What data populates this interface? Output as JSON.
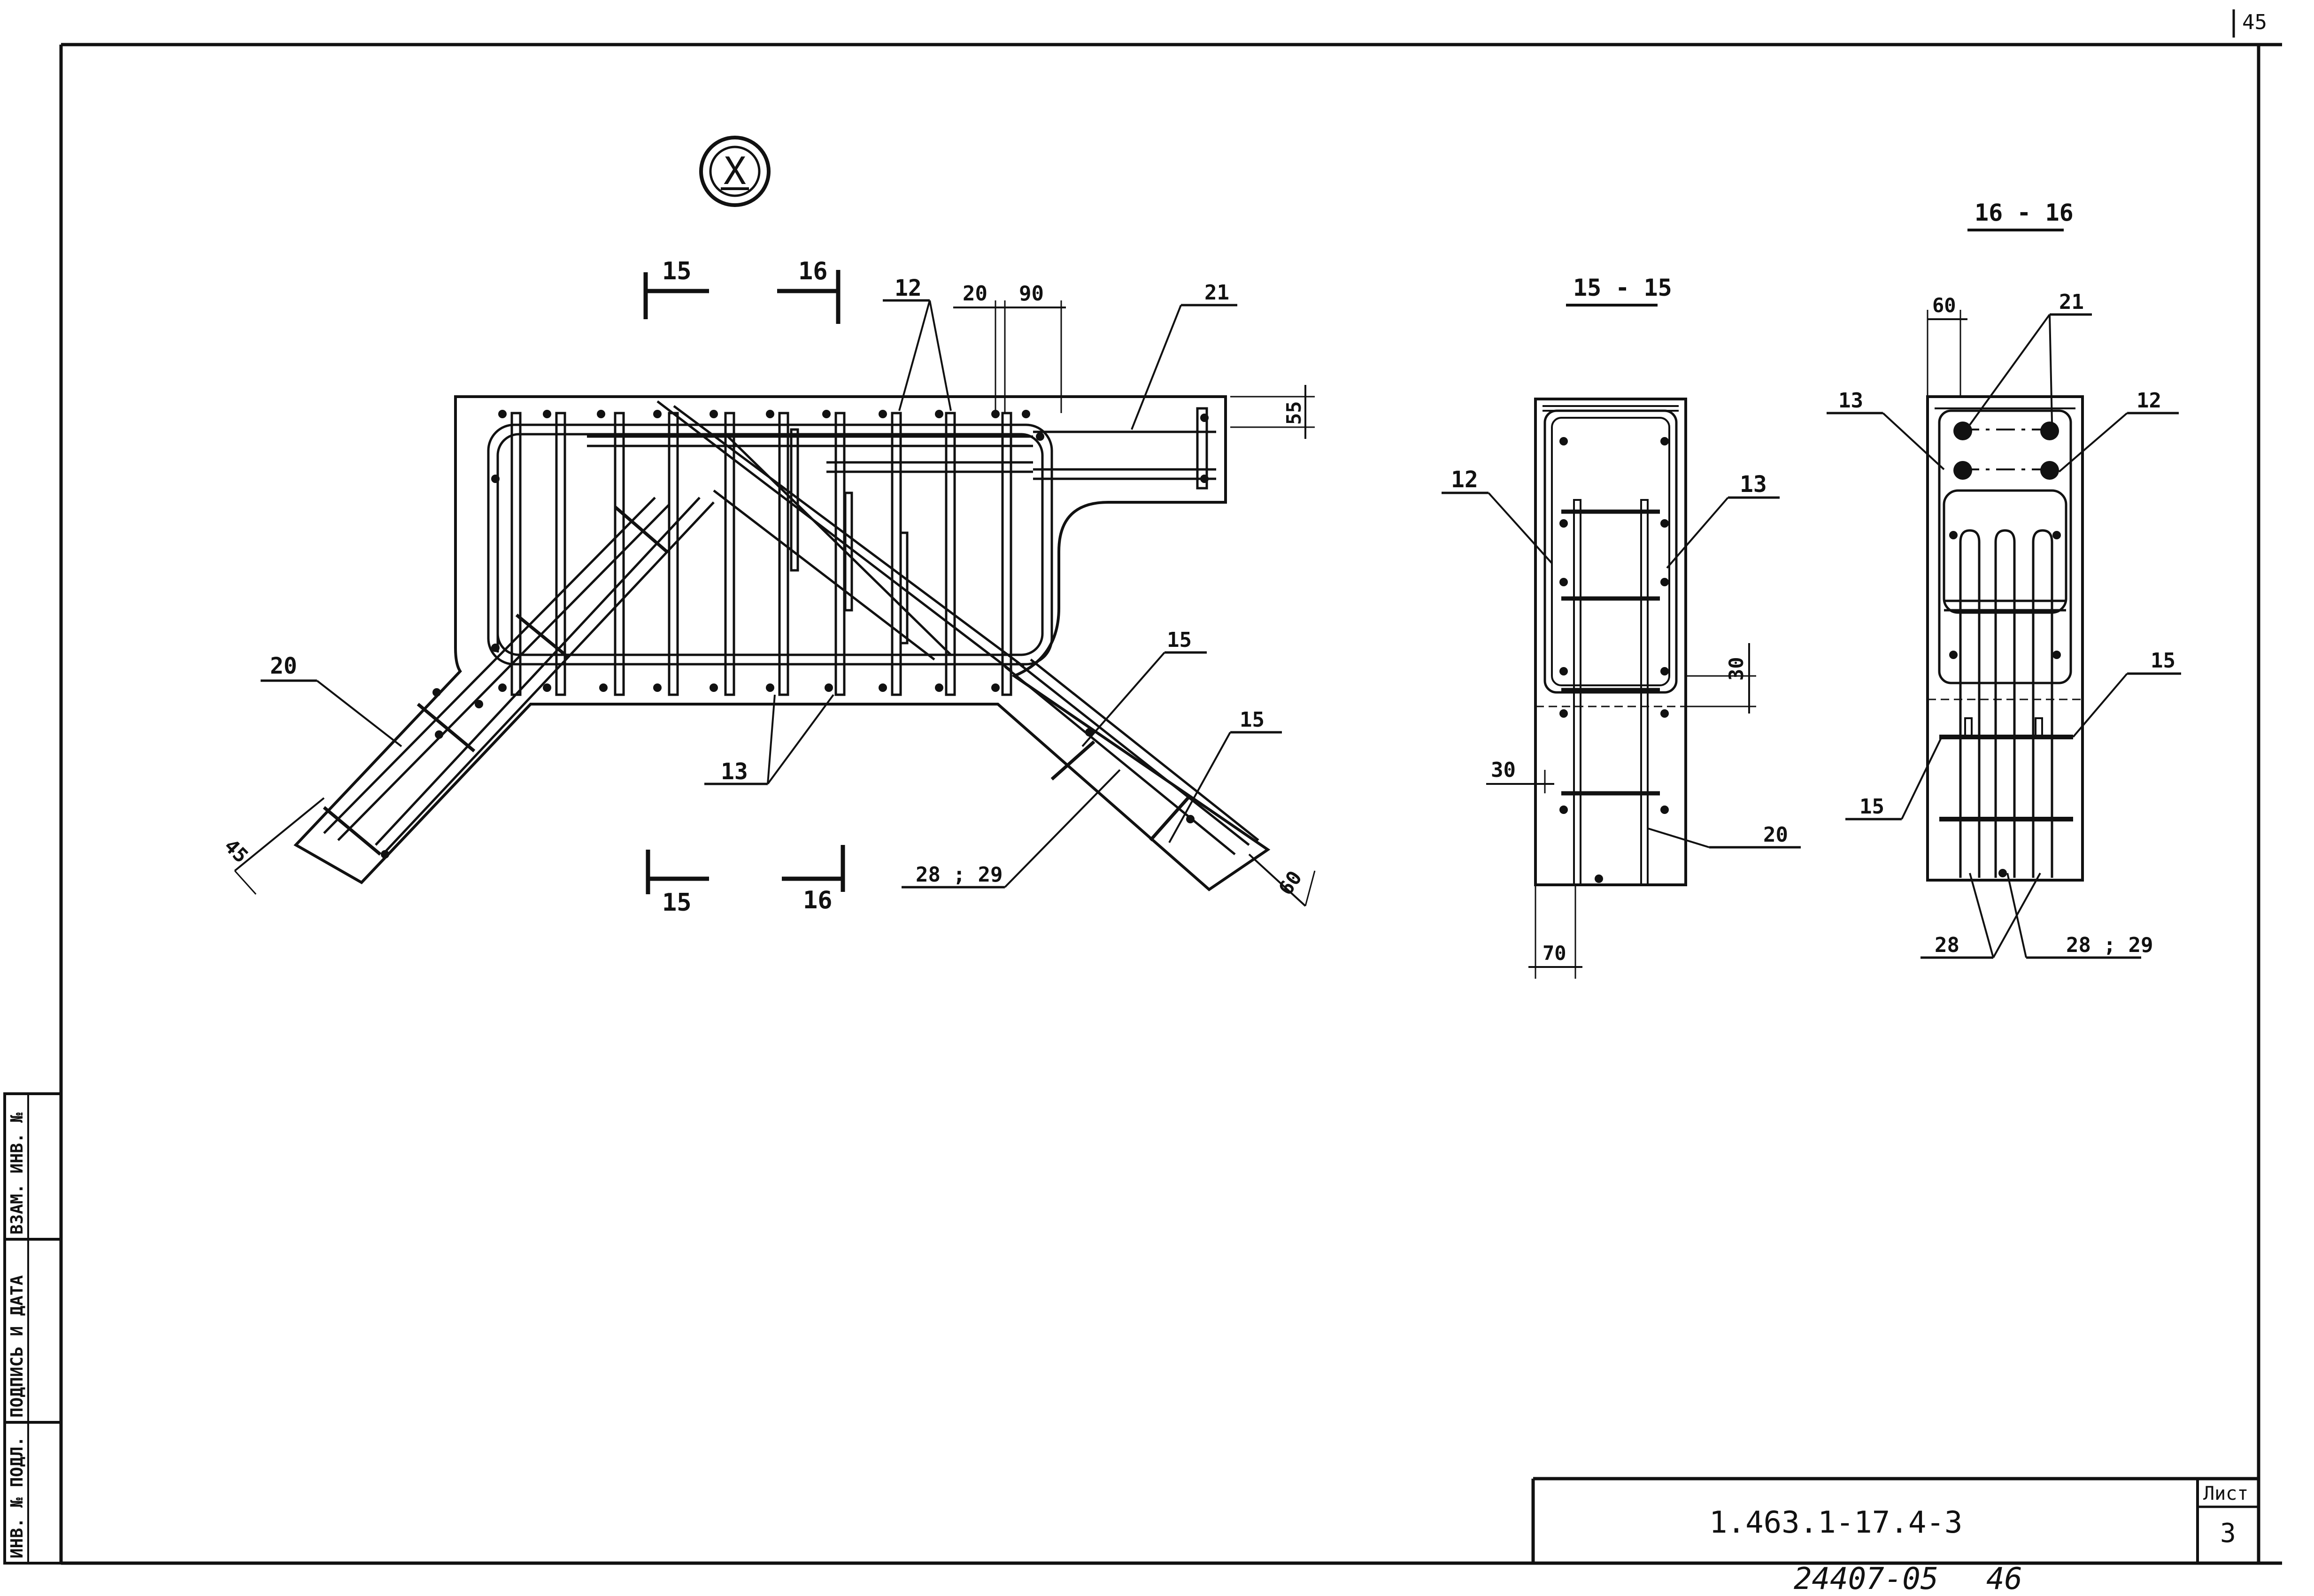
{
  "drawing": {
    "detail_marker": "X",
    "sections": {
      "cut_15": "15",
      "cut_16": "16",
      "section_15_title": "15 - 15",
      "section_16_title": "16 - 16"
    },
    "main_view": {
      "label_12": "12",
      "label_20_top": "20",
      "label_90": "90",
      "label_21": "21",
      "label_55": "55",
      "label_20_left": "20",
      "label_13": "13",
      "label_15_a": "15",
      "label_15_b": "15",
      "label_45": "45",
      "label_28_29": "28 ; 29",
      "label_60": "60"
    },
    "section_15": {
      "label_12": "12",
      "label_13": "13",
      "label_30_right": "30",
      "label_30_left": "30",
      "label_20": "20",
      "label_70": "70"
    },
    "section_16": {
      "label_60": "60",
      "label_21": "21",
      "label_13": "13",
      "label_12": "12",
      "label_15_right": "15",
      "label_15_left": "15",
      "label_28": "28",
      "label_28_29": "28 ; 29"
    }
  },
  "margin_stamp": {
    "inv_podl": "ИНВ. № ПОДЛ.",
    "podpis_data": "ПОДПИСЬ И ДАТА",
    "vzam_inv": "ВЗАМ. ИНВ. №"
  },
  "title_block": {
    "document_code": "1.463.1-17.4-3",
    "sheet_label": "Лист",
    "sheet_number": "3"
  },
  "footer": {
    "archive_number": "24407-05",
    "page_number": "46"
  },
  "corner_mark": "45"
}
